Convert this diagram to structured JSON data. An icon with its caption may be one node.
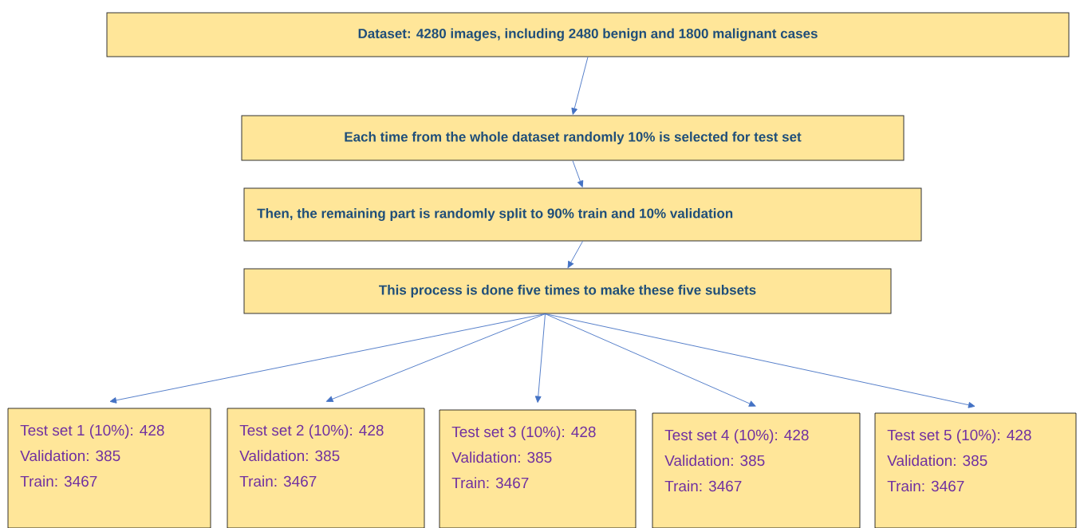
{
  "diagram": {
    "nodes": [
      {
        "text": [
          "Dataset: 4280 images, including 2480 benign and 1800 malignant cases"
        ]
      },
      {
        "text": [
          "Each time from the whole dataset randomly 10% is selected for test set"
        ]
      },
      {
        "text": [
          "Then, the remaining part is randomly split to 90% train and 10% validation"
        ]
      },
      {
        "text": [
          "This process is done five times to make these five subsets"
        ]
      },
      {
        "text": [
          "Test set 1 (10%): 428",
          "Validation: 385",
          "Train: 3467"
        ]
      },
      {
        "text": [
          "Test set 2 (10%): 428",
          "Validation: 385",
          "Train: 3467"
        ]
      },
      {
        "text": [
          "Test set 3 (10%): 428",
          "Validation: 385",
          "Train: 3467"
        ]
      },
      {
        "text": [
          "Test set 4 (10%): 428",
          "Validation: 385",
          "Train: 3467"
        ]
      },
      {
        "text": [
          "Test set 5 (10%): 428",
          "Validation: 385",
          "Train: 3467"
        ]
      }
    ],
    "edges": [
      {
        "from": 0,
        "to": 1,
        "arrow": "to"
      },
      {
        "from": 1,
        "to": 2,
        "arrow": "to"
      },
      {
        "from": 2,
        "to": 3,
        "arrow": "to"
      },
      {
        "from": 3,
        "to": 4,
        "arrow": "to"
      },
      {
        "from": 3,
        "to": 5,
        "arrow": "to"
      },
      {
        "from": 3,
        "to": 6,
        "arrow": "to"
      },
      {
        "from": 3,
        "to": 7,
        "arrow": "to"
      },
      {
        "from": 3,
        "to": 8,
        "arrow": "to"
      }
    ]
  }
}
